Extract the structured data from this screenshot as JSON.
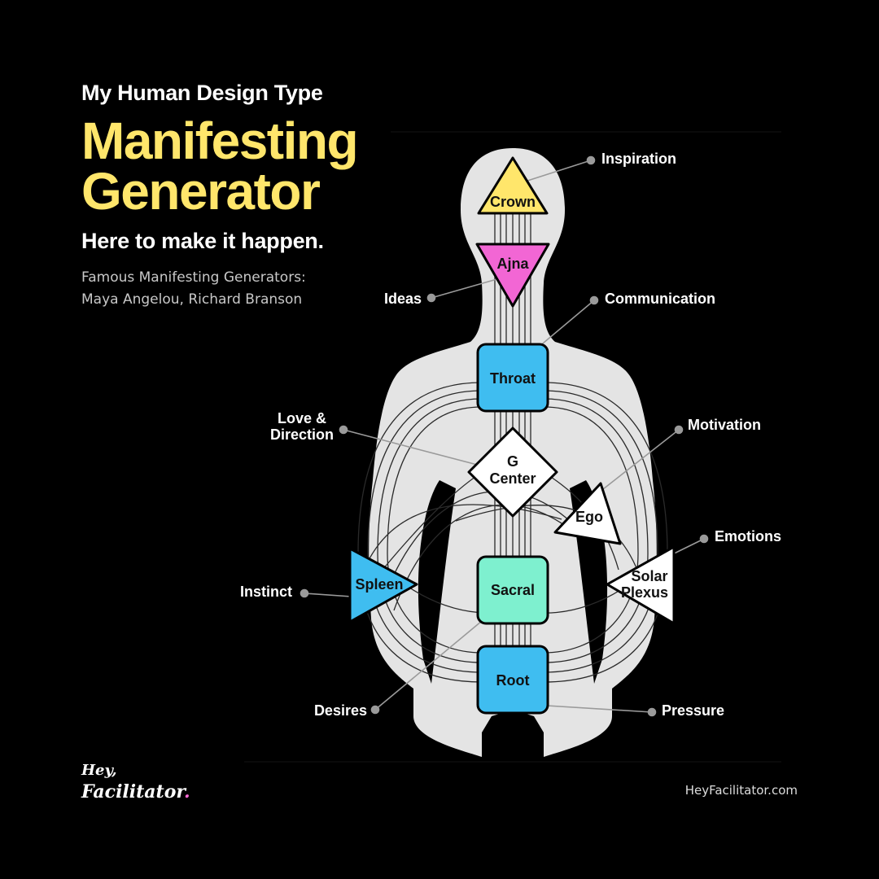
{
  "header": {
    "kicker": "My Human Design Type",
    "title_line1": "Manifesting",
    "title_line2": "Generator",
    "tagline": "Here to make it happen.",
    "famous_line1": "Famous Manifesting Generators:",
    "famous_line2": "Maya Angelou, Richard Branson"
  },
  "colors": {
    "title": "#ffe66b",
    "crown": "#ffe66b",
    "ajna": "#f266d4",
    "throat": "#3fbdf0",
    "spleen": "#3fbdf0",
    "sacral": "#7ef0cf",
    "root": "#3fbdf0",
    "undefined_center": "#ffffff",
    "body": "#e4e4e4",
    "logo_dot": "#ff6bd6"
  },
  "centers": {
    "crown": "Crown",
    "ajna": "Ajna",
    "throat": "Throat",
    "g_line1": "G",
    "g_line2": "Center",
    "ego": "Ego",
    "spleen": "Spleen",
    "sacral": "Sacral",
    "solar_line1": "Solar",
    "solar_line2": "Plexus",
    "root": "Root"
  },
  "callouts": {
    "inspiration": "Inspiration",
    "ideas": "Ideas",
    "communication": "Communication",
    "love_line1": "Love &",
    "love_line2": "Direction",
    "motivation": "Motivation",
    "emotions": "Emotions",
    "instinct": "Instinct",
    "desires": "Desires",
    "pressure": "Pressure"
  },
  "footer": {
    "logo_line1": "Hey,",
    "logo_line2": "Facilitator",
    "logo_dot": ".",
    "site": "HeyFacilitator.com"
  }
}
